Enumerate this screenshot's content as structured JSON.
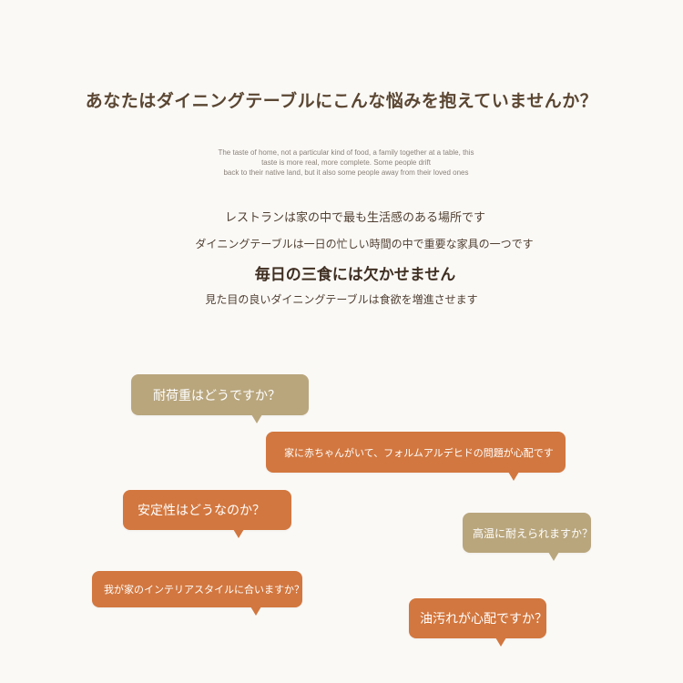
{
  "headline": "あなたはダイニングテーブルにこんな悩みを抱えていませんか？",
  "english_quote": "The taste of home, not a particular kind of food, a family together at a table, this\ntaste is more real, more complete. Some people drift\nback to their native land, but it also some people away from their loved ones",
  "lines": {
    "line1": "レストランは家の中で最も生活感のある場所です",
    "line2": "ダイニングテーブルは一日の忙しい時間の中で重要な家具の一つです",
    "line3": "毎日の三食には欠かせません",
    "line4": "見た目の良いダイニングテーブルは食欲を増進させます"
  },
  "bubbles": {
    "b1": "耐荷重はどうですか？",
    "b2": "家に赤ちゃんがいて、フォルムアルデヒドの問題が心配です",
    "b3": "安定性はどうなのか？",
    "b4": "高温に耐えられますか？",
    "b5": "我が家のインテリアスタイルに合いますか？",
    "b6": "油汚れが心配ですか？"
  },
  "colors": {
    "background": "#fbf9f6",
    "orange_bubble": "#d2773f",
    "tan_bubble": "#b9a67d",
    "headline": "#5a4632"
  }
}
